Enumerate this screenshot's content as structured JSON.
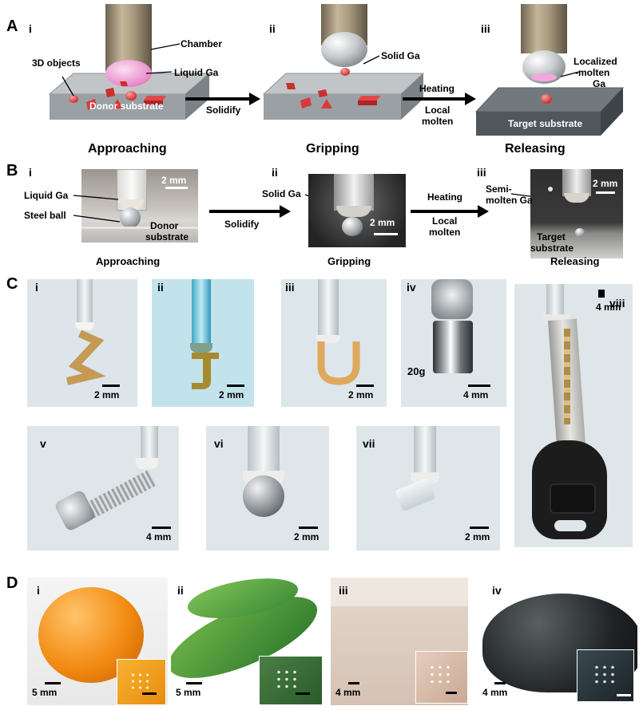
{
  "panels": {
    "A": {
      "letter": "A",
      "sub": [
        "i",
        "ii",
        "iii"
      ],
      "labels": {
        "chamber": "Chamber",
        "liquid_ga": "Liquid Ga",
        "objects_3d": "3D objects",
        "solid_ga": "Solid Ga",
        "localized_1": "Localized",
        "localized_2": "-molten",
        "localized_3": "Ga",
        "donor": "Donor substrate",
        "target": "Target substrate"
      },
      "arrows": {
        "solidify": "Solidify",
        "heating": "Heating",
        "local": "Local",
        "molten": "molten"
      },
      "stages": [
        "Approaching",
        "Gripping",
        "Releasing"
      ]
    },
    "B": {
      "letter": "B",
      "sub": [
        "i",
        "ii",
        "iii"
      ],
      "labels": {
        "liquid_ga": "Liquid Ga",
        "steel_ball": "Steel ball",
        "donor_1": "Donor",
        "donor_2": "substrate",
        "solid_ga": "Solid Ga",
        "semi_1": "Semi-",
        "semi_2": "molten Ga",
        "target_1": "Target",
        "target_2": "substrate"
      },
      "scales": [
        "2 mm",
        "2 mm",
        "2 mm"
      ],
      "arrows": {
        "solidify": "Solidify",
        "heating": "Heating",
        "local": "Local",
        "molten": "molten"
      },
      "stages": [
        "Approaching",
        "Gripping",
        "Releasing"
      ]
    },
    "C": {
      "letter": "C",
      "sub": [
        "i",
        "ii",
        "iii",
        "iv",
        "v",
        "vi",
        "vii",
        "viii"
      ],
      "scales": [
        "2 mm",
        "2 mm",
        "2 mm",
        "4 mm",
        "4 mm",
        "2 mm",
        "2 mm",
        "4 mm"
      ],
      "weight": "20g"
    },
    "D": {
      "letter": "D",
      "sub": [
        "i",
        "ii",
        "iii",
        "iv"
      ],
      "scales": [
        "5 mm",
        "5 mm",
        "4 mm",
        "4 mm"
      ]
    }
  },
  "colors": {
    "chamber": "#9c8e74",
    "liquid_ga": "#f0a6d6",
    "object_red": "#d8393b",
    "substrate_top": "#b9bcbf",
    "substrate_dark": "#6f777c",
    "photo_bg_light": "#dfe7ec",
    "photo_bg_cyan": "#bfe0ea"
  }
}
